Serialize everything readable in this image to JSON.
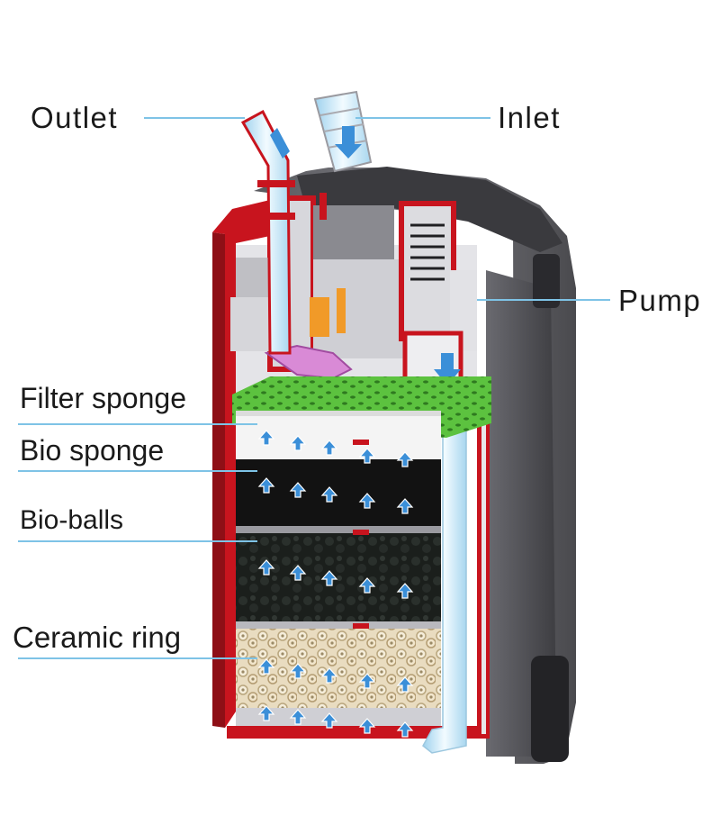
{
  "labels": {
    "outlet": "Outlet",
    "inlet": "Inlet",
    "pump": "Pump",
    "filter_sponge": "Filter sponge",
    "bio_sponge": "Bio sponge",
    "bio_balls": "Bio-balls",
    "ceramic_ring": "Ceramic ring"
  },
  "colors": {
    "housing_red": "#c8141e",
    "body_gray": "#6f6f74",
    "body_dark": "#3c3c40",
    "leader_line": "#7ec3e6",
    "tray_green": "#4fbf3a",
    "arrow_blue": "#3b8fd8",
    "pipe": "#d9eefa"
  },
  "icons": [
    "upward-flow-arrow",
    "down-flow-arrow"
  ]
}
